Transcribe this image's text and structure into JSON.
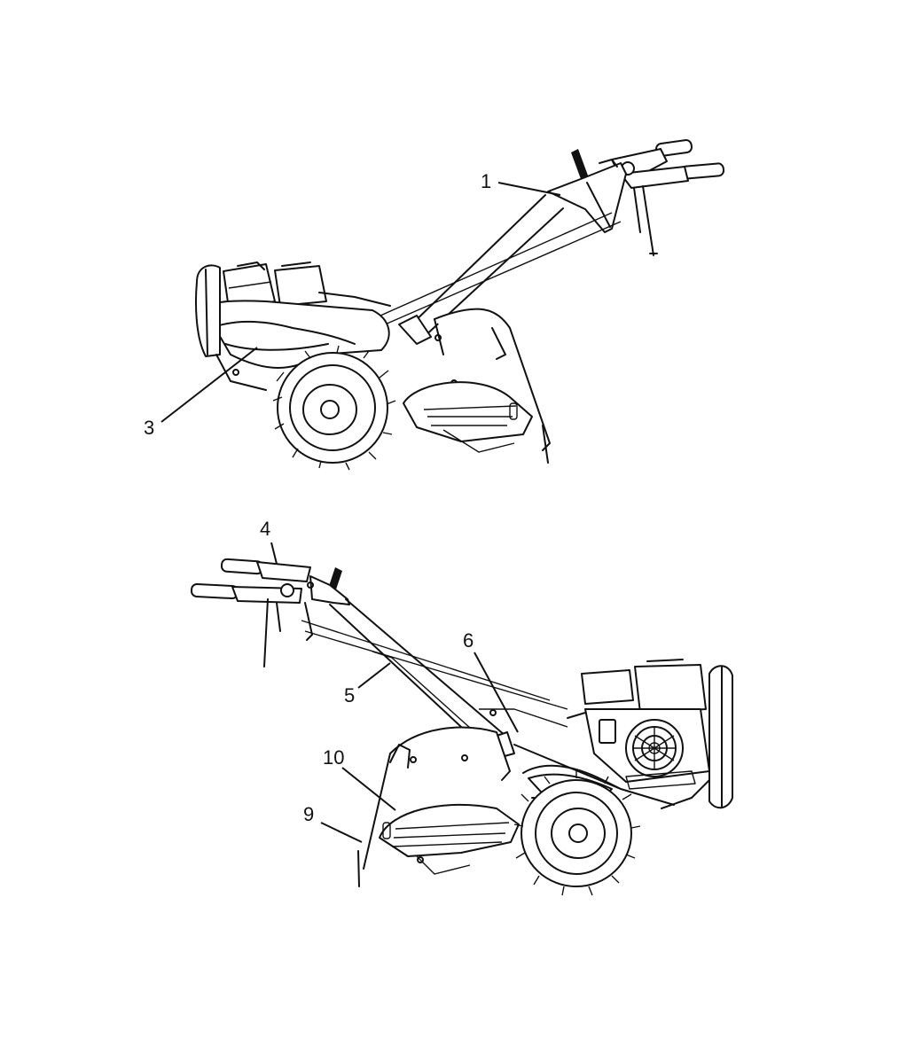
{
  "callouts": {
    "c1": "1",
    "c3": "3",
    "c4": "4",
    "c5": "5",
    "c6": "6",
    "c9": "9",
    "c10": "10"
  },
  "colors": {
    "line": "#111111",
    "background": "#ffffff"
  }
}
